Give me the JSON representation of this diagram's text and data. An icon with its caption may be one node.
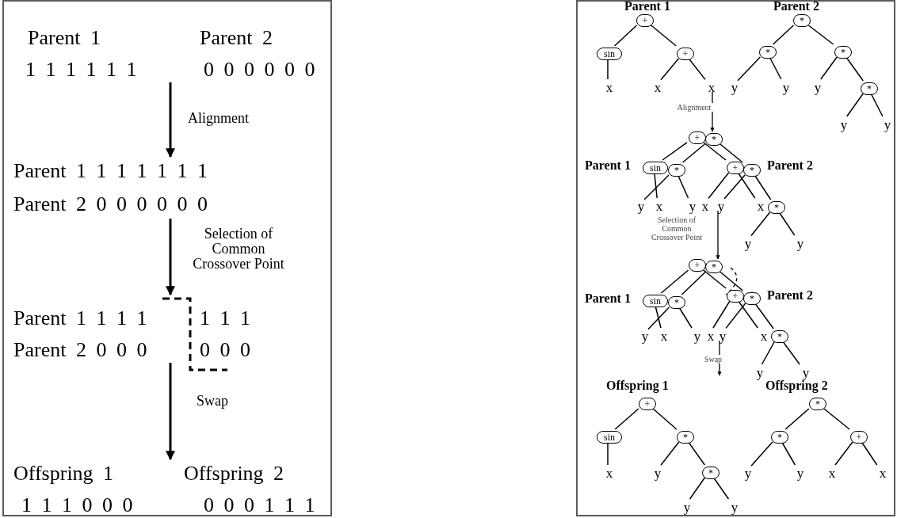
{
  "diagram": {
    "nodes": [
      {
        "text": [],
        "shape": "box"
      },
      {
        "text": [
          "Parent 1",
          "Parent 2",
          "1 1 1 1 1 1",
          "0 0 0 0 0 0"
        ],
        "in": 0
      },
      {
        "text": [
          "Parent 1 1 1 1 1 1 1",
          "Parent 2 0 0 0 0 0 0"
        ],
        "in": 0
      },
      {
        "text": [
          "Parent 1 1 1 1",
          "1 1 1",
          "Parent 2 0 0 0",
          "0 0 0"
        ],
        "in": 0
      },
      {
        "text": [
          "Offspring 1",
          "Offspring 2",
          "1 1 1 0 0 0",
          "0 0 0 1 1 1"
        ],
        "in": 0
      },
      {
        "text": [],
        "shape": "box"
      },
      {
        "text": [
          "+"
        ],
        "in": 5,
        "beside": [
          "Parent 1"
        ]
      },
      {
        "text": [
          "sin"
        ],
        "in": 5
      },
      {
        "text": [
          "+"
        ],
        "in": 5
      },
      {
        "text": [
          "x"
        ],
        "in": 5
      },
      {
        "text": [
          "x"
        ],
        "in": 5
      },
      {
        "text": [
          "x"
        ],
        "in": 5
      },
      {
        "text": [
          "*"
        ],
        "in": 5,
        "beside": [
          "Parent 2"
        ]
      },
      {
        "text": [
          "*"
        ],
        "in": 5
      },
      {
        "text": [
          "*"
        ],
        "in": 5
      },
      {
        "text": [
          "y"
        ],
        "in": 5
      },
      {
        "text": [
          "y"
        ],
        "in": 5
      },
      {
        "text": [
          "y"
        ],
        "in": 5
      },
      {
        "text": [
          "*"
        ],
        "in": 5
      },
      {
        "text": [
          "y"
        ],
        "in": 5
      },
      {
        "text": [
          "y"
        ],
        "in": 5
      },
      {
        "text": [
          "+"
        ],
        "in": 5
      },
      {
        "text": [
          "*"
        ],
        "in": 5
      },
      {
        "text": [
          "sin"
        ],
        "in": 5,
        "beside": [
          "Parent 1"
        ]
      },
      {
        "text": [
          "*"
        ],
        "in": 5
      },
      {
        "text": [
          "+"
        ],
        "in": 5
      },
      {
        "text": [
          "*"
        ],
        "in": 5,
        "beside": [
          "Parent 2"
        ]
      },
      {
        "text": [
          "y"
        ],
        "in": 5
      },
      {
        "text": [
          "x"
        ],
        "in": 5
      },
      {
        "text": [
          "y"
        ],
        "in": 5
      },
      {
        "text": [
          "x"
        ],
        "in": 5
      },
      {
        "text": [
          "y"
        ],
        "in": 5
      },
      {
        "text": [
          "x"
        ],
        "in": 5
      },
      {
        "text": [
          "*"
        ],
        "in": 5
      },
      {
        "text": [
          "y"
        ],
        "in": 5
      },
      {
        "text": [
          "y"
        ],
        "in": 5
      },
      {
        "text": [
          "+"
        ],
        "in": 5
      },
      {
        "text": [
          "*"
        ],
        "in": 5
      },
      {
        "text": [
          "sin"
        ],
        "in": 5,
        "beside": [
          "Parent 1"
        ]
      },
      {
        "text": [
          "*"
        ],
        "in": 5
      },
      {
        "text": [
          "+"
        ],
        "in": 5
      },
      {
        "text": [
          "*"
        ],
        "in": 5,
        "beside": [
          "Parent 2"
        ]
      },
      {
        "text": [
          "y"
        ],
        "in": 5
      },
      {
        "text": [
          "x"
        ],
        "in": 5
      },
      {
        "text": [
          "y"
        ],
        "in": 5
      },
      {
        "text": [
          "x"
        ],
        "in": 5
      },
      {
        "text": [
          "y"
        ],
        "in": 5
      },
      {
        "text": [
          "x"
        ],
        "in": 5
      },
      {
        "text": [
          "*"
        ],
        "in": 5
      },
      {
        "text": [
          "y"
        ],
        "in": 5
      },
      {
        "text": [
          "y"
        ],
        "in": 5
      },
      {
        "text": [
          "+"
        ],
        "in": 5,
        "beside": [
          "Offspring 1"
        ]
      },
      {
        "text": [
          "sin"
        ],
        "in": 5
      },
      {
        "text": [
          "*"
        ],
        "in": 5
      },
      {
        "text": [
          "x"
        ],
        "in": 5
      },
      {
        "text": [
          "y"
        ],
        "in": 5
      },
      {
        "text": [
          "*"
        ],
        "in": 5
      },
      {
        "text": [
          "y"
        ],
        "in": 5
      },
      {
        "text": [
          "y"
        ],
        "in": 5
      },
      {
        "text": [
          "*"
        ],
        "in": 5,
        "beside": [
          "Offspring 2"
        ]
      },
      {
        "text": [
          "*"
        ],
        "in": 5
      },
      {
        "text": [
          "+"
        ],
        "in": 5
      },
      {
        "text": [
          "y"
        ],
        "in": 5
      },
      {
        "text": [
          "y"
        ],
        "in": 5
      },
      {
        "text": [
          "x"
        ],
        "in": 5
      },
      {
        "text": [
          "x"
        ],
        "in": 5
      }
    ],
    "edges": [
      {
        "from": 1,
        "to": 2,
        "arrow": "to",
        "label": "Alignment"
      },
      {
        "from": 2,
        "to": 3,
        "arrow": "to",
        "label": "Selection of Common Crossover Point"
      },
      {
        "from": 3,
        "to": 4,
        "arrow": "to",
        "label": "Swap"
      },
      {
        "from": 6,
        "to": 7,
        "arrow": "none"
      },
      {
        "from": 6,
        "to": 8,
        "arrow": "none"
      },
      {
        "from": 7,
        "to": 9,
        "arrow": "none"
      },
      {
        "from": 8,
        "to": 10,
        "arrow": "none"
      },
      {
        "from": 8,
        "to": 11,
        "arrow": "none"
      },
      {
        "from": 12,
        "to": 13,
        "arrow": "none"
      },
      {
        "from": 12,
        "to": 14,
        "arrow": "none"
      },
      {
        "from": 13,
        "to": 15,
        "arrow": "none"
      },
      {
        "from": 13,
        "to": 16,
        "arrow": "none"
      },
      {
        "from": 14,
        "to": 17,
        "arrow": "none"
      },
      {
        "from": 14,
        "to": 18,
        "arrow": "none"
      },
      {
        "from": 18,
        "to": 19,
        "arrow": "none"
      },
      {
        "from": 18,
        "to": 20,
        "arrow": "none"
      },
      {
        "from": 11,
        "to": 22,
        "arrow": "to",
        "label": "Alignment"
      },
      {
        "from": 21,
        "to": 23,
        "arrow": "none"
      },
      {
        "from": 21,
        "to": 25,
        "arrow": "none"
      },
      {
        "from": 23,
        "to": 28,
        "arrow": "none"
      },
      {
        "from": 25,
        "to": 30,
        "arrow": "none"
      },
      {
        "from": 25,
        "to": 32,
        "arrow": "none"
      },
      {
        "from": 22,
        "to": 24,
        "arrow": "none"
      },
      {
        "from": 22,
        "to": 26,
        "arrow": "none"
      },
      {
        "from": 24,
        "to": 27,
        "arrow": "none"
      },
      {
        "from": 24,
        "to": 29,
        "arrow": "none"
      },
      {
        "from": 26,
        "to": 31,
        "arrow": "none"
      },
      {
        "from": 26,
        "to": 33,
        "arrow": "none"
      },
      {
        "from": 33,
        "to": 34,
        "arrow": "none"
      },
      {
        "from": 33,
        "to": 35,
        "arrow": "none"
      },
      {
        "from": 31,
        "to": 37,
        "arrow": "to",
        "label": "Selection of Common Crossover Point"
      },
      {
        "from": 36,
        "to": 38,
        "arrow": "none"
      },
      {
        "from": 36,
        "to": 40,
        "arrow": "none"
      },
      {
        "from": 38,
        "to": 43,
        "arrow": "none"
      },
      {
        "from": 40,
        "to": 45,
        "arrow": "none"
      },
      {
        "from": 40,
        "to": 47,
        "arrow": "none"
      },
      {
        "from": 37,
        "to": 39,
        "arrow": "none"
      },
      {
        "from": 37,
        "to": 41,
        "arrow": "none"
      },
      {
        "from": 39,
        "to": 42,
        "arrow": "none"
      },
      {
        "from": 39,
        "to": 44,
        "arrow": "none"
      },
      {
        "from": 41,
        "to": 46,
        "arrow": "none"
      },
      {
        "from": 41,
        "to": 48,
        "arrow": "none"
      },
      {
        "from": 48,
        "to": 49,
        "arrow": "none"
      },
      {
        "from": 48,
        "to": 50,
        "arrow": "none"
      },
      {
        "from": 46,
        "to": null,
        "arrow": "to",
        "label": "Swap"
      },
      {
        "from": 51,
        "to": 52,
        "arrow": "none"
      },
      {
        "from": 51,
        "to": 53,
        "arrow": "none"
      },
      {
        "from": 52,
        "to": 54,
        "arrow": "none"
      },
      {
        "from": 53,
        "to": 55,
        "arrow": "none"
      },
      {
        "from": 53,
        "to": 56,
        "arrow": "none"
      },
      {
        "from": 56,
        "to": 57,
        "arrow": "none"
      },
      {
        "from": 56,
        "to": 58,
        "arrow": "none"
      },
      {
        "from": 59,
        "to": 60,
        "arrow": "none"
      },
      {
        "from": 59,
        "to": 61,
        "arrow": "none"
      },
      {
        "from": 60,
        "to": 62,
        "arrow": "none"
      },
      {
        "from": 60,
        "to": 63,
        "arrow": "none"
      },
      {
        "from": 61,
        "to": 64,
        "arrow": "none"
      },
      {
        "from": 61,
        "to": 65,
        "arrow": "none"
      }
    ]
  }
}
